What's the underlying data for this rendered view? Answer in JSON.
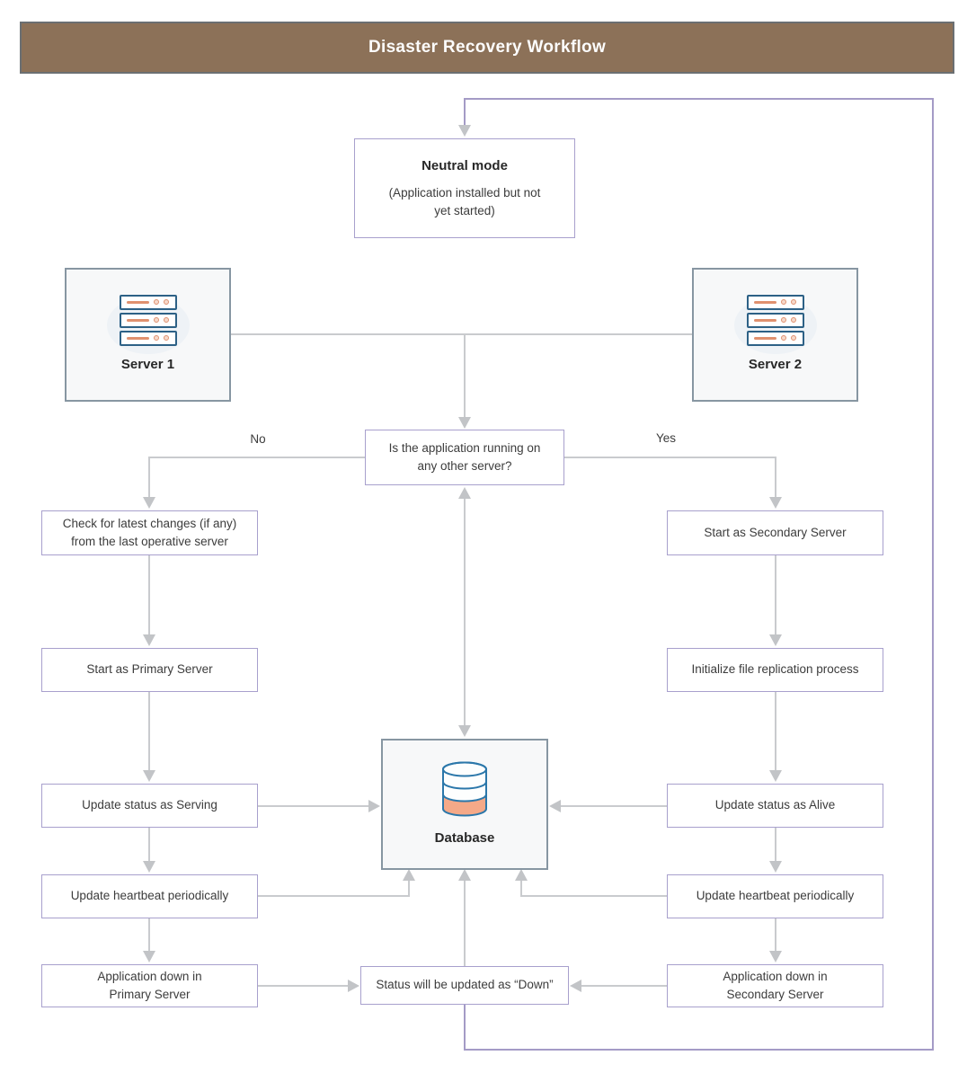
{
  "title": "Disaster Recovery Workflow",
  "branch_labels": {
    "no": "No",
    "yes": "Yes"
  },
  "nodes": {
    "neutral_mode": {
      "title": "Neutral mode",
      "subtitle": "(Application installed but not\nyet started)"
    },
    "server_1": {
      "label": "Server 1"
    },
    "server_2": {
      "label": "Server 2"
    },
    "decision": {
      "question": "Is the application running on\nany other server?"
    },
    "check_changes": {
      "label": "Check for latest changes (if any)\nfrom the last operative server"
    },
    "start_primary": {
      "label": "Start as Primary Server"
    },
    "update_serving": {
      "label": "Update status as Serving"
    },
    "heartbeat_primary": {
      "label": "Update heartbeat periodically"
    },
    "app_down_primary": {
      "label": "Application down in\nPrimary Server"
    },
    "start_secondary": {
      "label": "Start as Secondary Server"
    },
    "init_replication": {
      "label": "Initialize file replication process"
    },
    "update_alive": {
      "label": "Update status as Alive"
    },
    "heartbeat_secondary": {
      "label": "Update heartbeat periodically"
    },
    "app_down_secondary": {
      "label": "Application down in\nSecondary Server"
    },
    "database": {
      "label": "Database"
    },
    "status_down": {
      "label": "Status will be updated as “Down”"
    }
  },
  "icons": {
    "server_1": "server-rack-icon",
    "server_2": "server-rack-icon",
    "database": "database-cylinder-icon"
  },
  "colors": {
    "title_bar": "#8c7158",
    "node_border_purple": "#a8a0cd",
    "node_border_gray": "#8796a2",
    "connector_gray": "#c9cbce",
    "arrowhead_gray": "#c2c4c7",
    "connector_purple": "#a49bc6",
    "icon_blue": "#2d6186",
    "icon_salmon": "#e0916f",
    "db_band_salmon": "#f5a988"
  }
}
